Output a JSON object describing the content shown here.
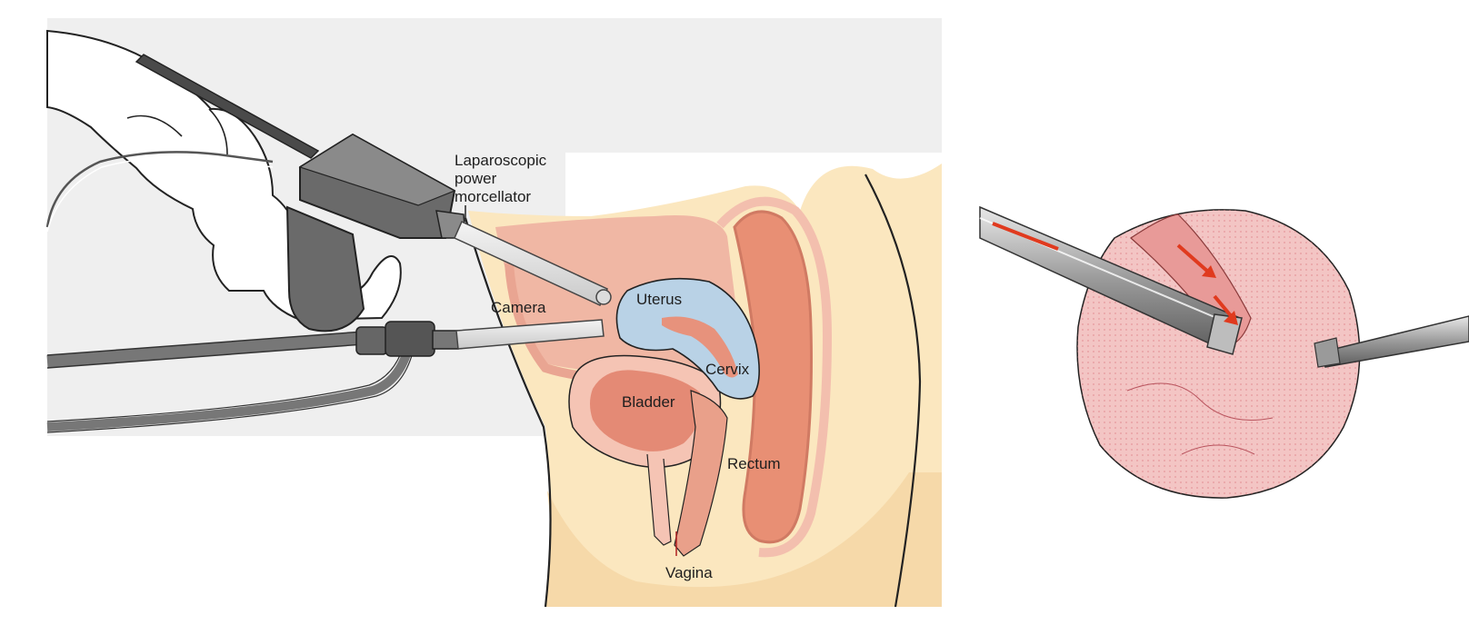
{
  "labels": {
    "morcellator_line1": "Laparoscopic",
    "morcellator_line2": "power",
    "morcellator_line3": "morcellator",
    "camera": "Camera",
    "uterus": "Uterus",
    "cervix": "Cervix",
    "bladder": "Bladder",
    "rectum": "Rectum",
    "vagina": "Vagina"
  },
  "colors": {
    "background": "#ffffff",
    "instrument_panel": "#efefef",
    "abdomen_skin": "#fbe7bf",
    "abdomen_skin_dark": "#f6d9a9",
    "peritoneum": "#f3bfae",
    "uterus": "#b9d2e6",
    "uterus_cavity": "#e7927c",
    "bladder_wall": "#f5c4b4",
    "bladder_inner": "#e48a75",
    "rectum": "#e88f74",
    "specimen": "#f3c5c4",
    "specimen_hatch": "#d97b80",
    "arrow_red": "#e03a1e"
  }
}
